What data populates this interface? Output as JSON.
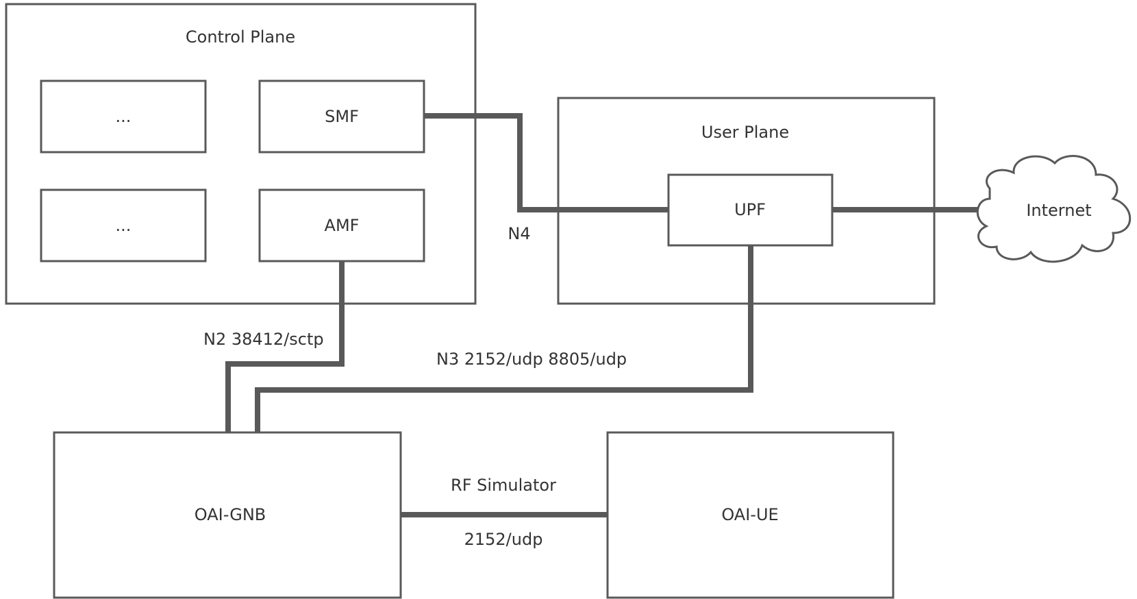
{
  "control_plane": {
    "title": "Control Plane",
    "nodes": {
      "placeholder_top": "...",
      "smf": "SMF",
      "placeholder_bottom": "...",
      "amf": "AMF"
    }
  },
  "user_plane": {
    "title": "User Plane",
    "upf": "UPF"
  },
  "internet": "Internet",
  "gnb": "OAI-GNB",
  "ue": "OAI-UE",
  "links": {
    "n4": "N4",
    "n2": "N2 38412/sctp",
    "n3": "N3 2152/udp 8805/udp",
    "rf_title": "RF Simulator",
    "rf_port": "2152/udp"
  },
  "colors": {
    "stroke": "#595959",
    "text": "#333333",
    "background": "#ffffff"
  }
}
